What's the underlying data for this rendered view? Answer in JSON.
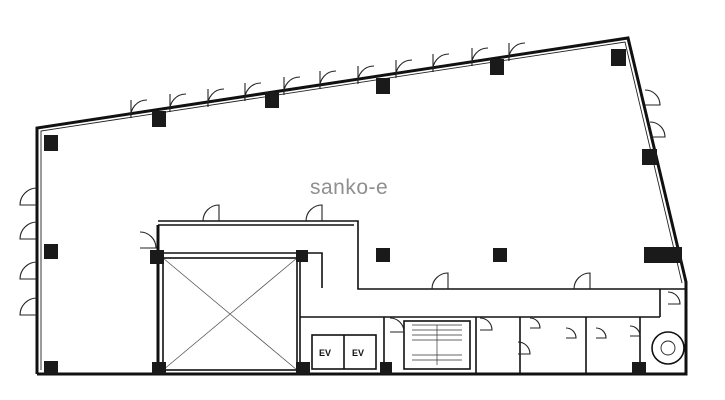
{
  "watermark": "sanko-e",
  "elevators": [
    {
      "label": "EV"
    },
    {
      "label": "EV"
    }
  ]
}
